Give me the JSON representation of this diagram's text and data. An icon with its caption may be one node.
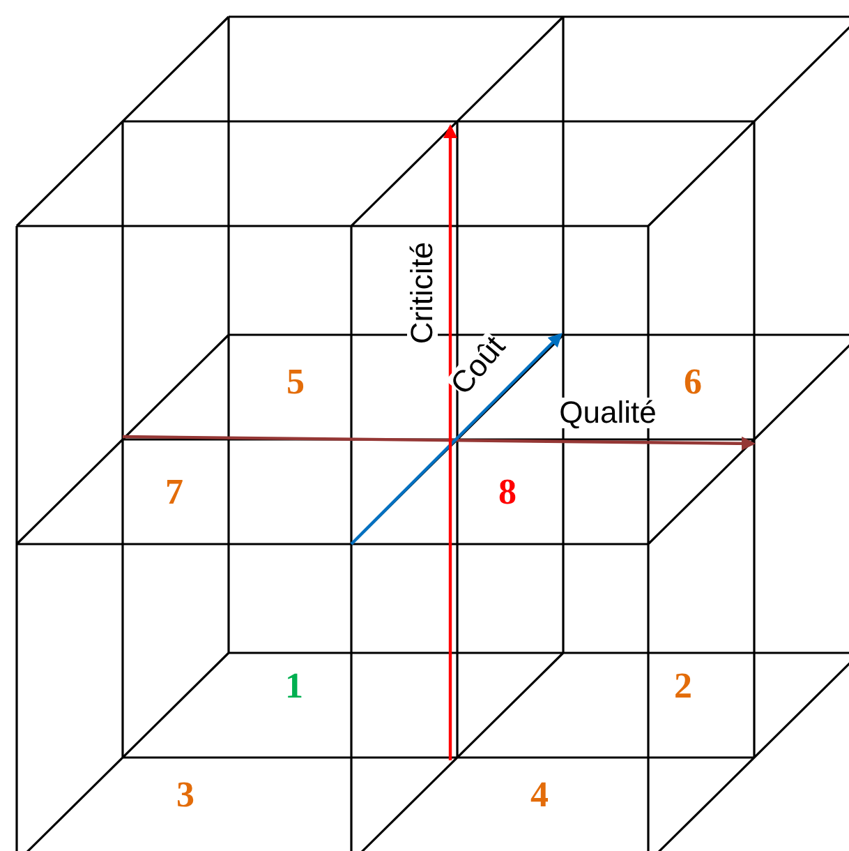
{
  "diagram": {
    "labels": [
      "Criticité",
      "Coût",
      "5",
      "6",
      "Qualité",
      "7",
      "8",
      "1",
      "2",
      "3",
      "4"
    ]
  }
}
